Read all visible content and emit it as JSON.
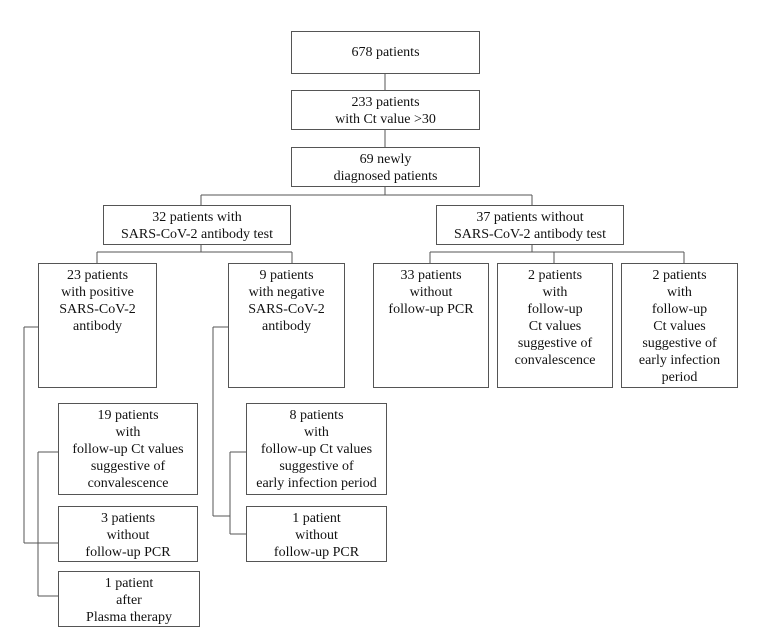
{
  "boxes": {
    "total": [
      "678 patients"
    ],
    "ct_above_30": [
      "233 patients",
      "with Ct value >30"
    ],
    "newly_diagnosed": [
      "69 newly",
      "diagnosed patients"
    ],
    "with_antibody_test": [
      "32 patients with",
      "SARS-CoV-2 antibody test"
    ],
    "without_antibody_test": [
      "37 patients without",
      "SARS-CoV-2 antibody test"
    ],
    "positive_antibody": [
      "23 patients",
      "with positive",
      "SARS-CoV-2",
      "antibody"
    ],
    "negative_antibody": [
      "9 patients",
      "with negative",
      "SARS-CoV-2",
      "antibody"
    ],
    "no_followup_pcr_33": [
      "33 patients",
      "without",
      "follow-up PCR"
    ],
    "convalescence_2": [
      "2 patients",
      "with",
      "follow-up",
      "Ct values",
      "suggestive of",
      "convalescence"
    ],
    "early_infection_2": [
      "2 patients",
      "with",
      "follow-up",
      "Ct values",
      "suggestive of",
      "early infection",
      "period"
    ],
    "convalescence_19": [
      "19 patients",
      "with",
      "follow-up Ct values",
      "suggestive of",
      "convalescence"
    ],
    "no_followup_pcr_3": [
      "3 patients",
      "without",
      "follow-up PCR"
    ],
    "plasma_therapy_1": [
      "1 patient",
      "after",
      "Plasma therapy"
    ],
    "early_infection_8": [
      "8 patients",
      "with",
      "follow-up Ct values",
      "suggestive of",
      "early infection period"
    ],
    "no_followup_pcr_1": [
      "1 patient",
      "without",
      "follow-up PCR"
    ]
  }
}
